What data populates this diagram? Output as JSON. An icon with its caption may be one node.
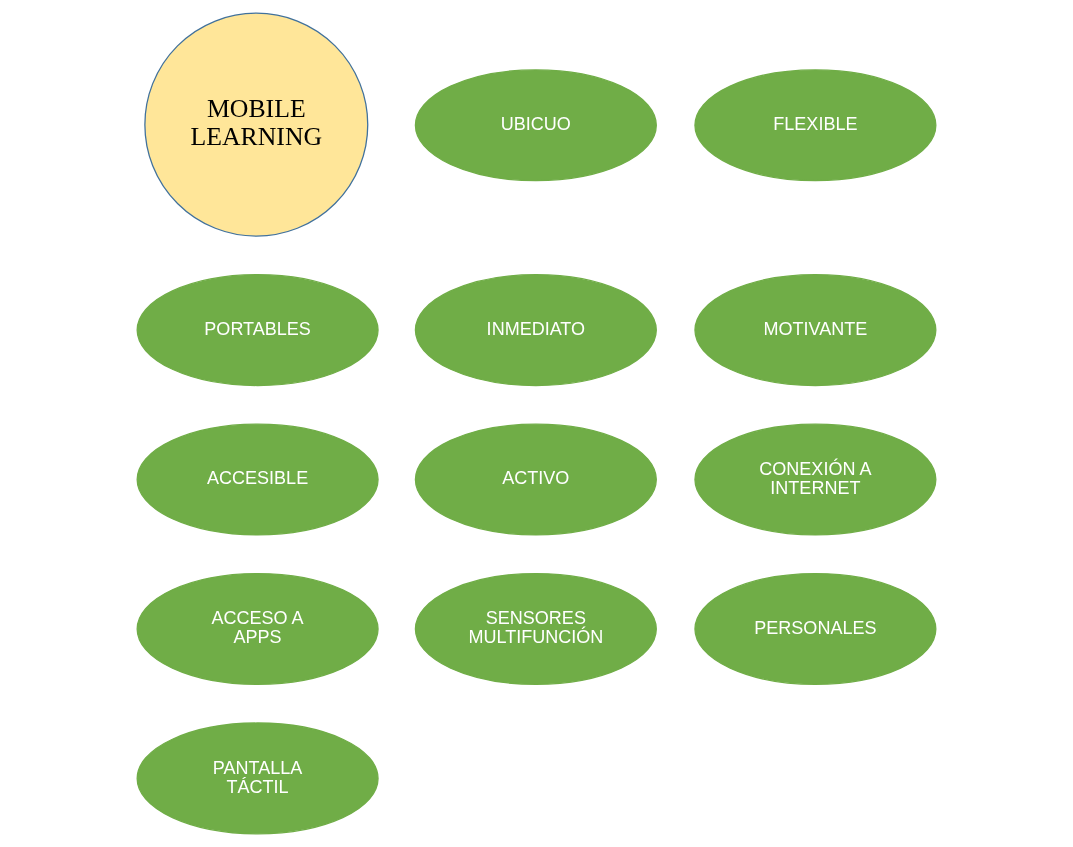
{
  "diagram": {
    "nodes": [
      {
        "text": [
          "MOBILE LEARNING"
        ]
      },
      {
        "text": [
          "UBICUO"
        ]
      },
      {
        "text": [
          "FLEXIBLE"
        ]
      },
      {
        "text": [
          "PORTABLES"
        ]
      },
      {
        "text": [
          "INMEDIATO"
        ]
      },
      {
        "text": [
          "MOTIVANTE"
        ]
      },
      {
        "text": [
          "ACCESIBLE"
        ]
      },
      {
        "text": [
          "ACTIVO"
        ]
      },
      {
        "text": [
          "CONEXIÓN A INTERNET"
        ]
      },
      {
        "text": [
          "ACCESO A APPS"
        ]
      },
      {
        "text": [
          "SENSORES MULTIFUNCIÓN"
        ]
      },
      {
        "text": [
          "PERSONALES"
        ]
      },
      {
        "text": [
          "PANTALLA TÁCTIL"
        ]
      }
    ],
    "edges": []
  }
}
